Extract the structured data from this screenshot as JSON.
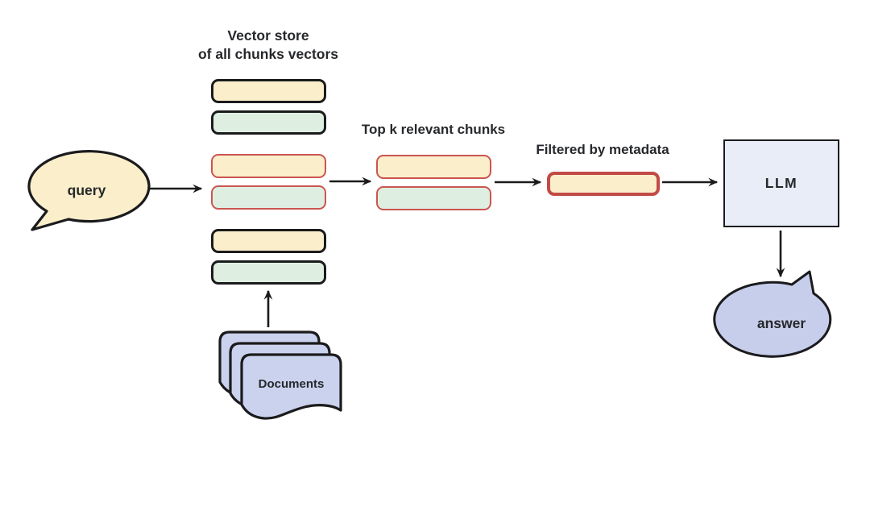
{
  "diagram": {
    "colors": {
      "cream": "#FAEECB",
      "mint": "#DEEFE2",
      "lavender": "#CAD2EE",
      "llm_fill": "#E9EDF8",
      "answer_fill": "#C7CEEC",
      "red": "#CB5550",
      "red_thick": "#C24B47",
      "stroke": "#1B1B1D",
      "text": "#26282B"
    },
    "nodes": {
      "query": {
        "label": "query"
      },
      "vector_store": {
        "title_line1": "Vector store",
        "title_line2": "of all chunks vectors",
        "chunks": [
          {
            "fill": "cream",
            "border": "black"
          },
          {
            "fill": "mint",
            "border": "black"
          },
          {
            "fill": "cream",
            "border": "red"
          },
          {
            "fill": "mint",
            "border": "red"
          },
          {
            "fill": "cream",
            "border": "black"
          },
          {
            "fill": "mint",
            "border": "black"
          }
        ]
      },
      "top_k": {
        "label": "Top k relevant chunks",
        "chunks": [
          {
            "fill": "cream",
            "border": "red"
          },
          {
            "fill": "mint",
            "border": "red"
          }
        ]
      },
      "filtered": {
        "label": "Filtered by metadata",
        "chunks": [
          {
            "fill": "cream",
            "border": "red_thick"
          }
        ]
      },
      "llm": {
        "label": "LLM"
      },
      "answer": {
        "label": "answer"
      },
      "documents": {
        "label": "Documents"
      }
    },
    "edges": [
      {
        "from": "query",
        "to": "vector_store"
      },
      {
        "from": "vector_store",
        "to": "top_k"
      },
      {
        "from": "top_k",
        "to": "filtered"
      },
      {
        "from": "filtered",
        "to": "llm"
      },
      {
        "from": "llm",
        "to": "answer"
      },
      {
        "from": "documents",
        "to": "vector_store"
      }
    ]
  }
}
